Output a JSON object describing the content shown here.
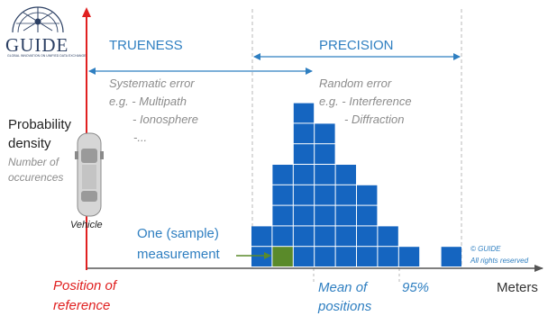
{
  "logo": {
    "name": "GUIDE",
    "tagline": "GLOBAL INNOVATION ON UNIFIED DATA EXCHANGE"
  },
  "labels": {
    "trueness": "TRUENESS",
    "precision": "PRECISION",
    "systematic": [
      "Systematic error",
      "e.g. - Multipath",
      "- Ionosphere",
      "-..."
    ],
    "random": [
      "Random error",
      "e.g. - Interference",
      "- Diffraction"
    ],
    "probability": [
      "Probability",
      "density"
    ],
    "occurrences": [
      "Number of",
      "occurences"
    ],
    "vehicle": "Vehicle",
    "sample": [
      "One (sample)",
      "measurement"
    ],
    "copyright": [
      "© GUIDE",
      "All rights reserved"
    ],
    "reference": [
      "Position of",
      "reference"
    ],
    "mean": [
      "Mean of",
      "positions"
    ],
    "p95": "95%",
    "meters": "Meters"
  },
  "colors": {
    "accent": "#2f7fc1",
    "bar": "#1565c0",
    "sample": "#5a8a2a",
    "reference": "#e02020",
    "axis": "#555555"
  },
  "histogram": {
    "column_heights": [
      2,
      5,
      8,
      7,
      5,
      4,
      2,
      1,
      0,
      1
    ],
    "sample_column": 1
  }
}
